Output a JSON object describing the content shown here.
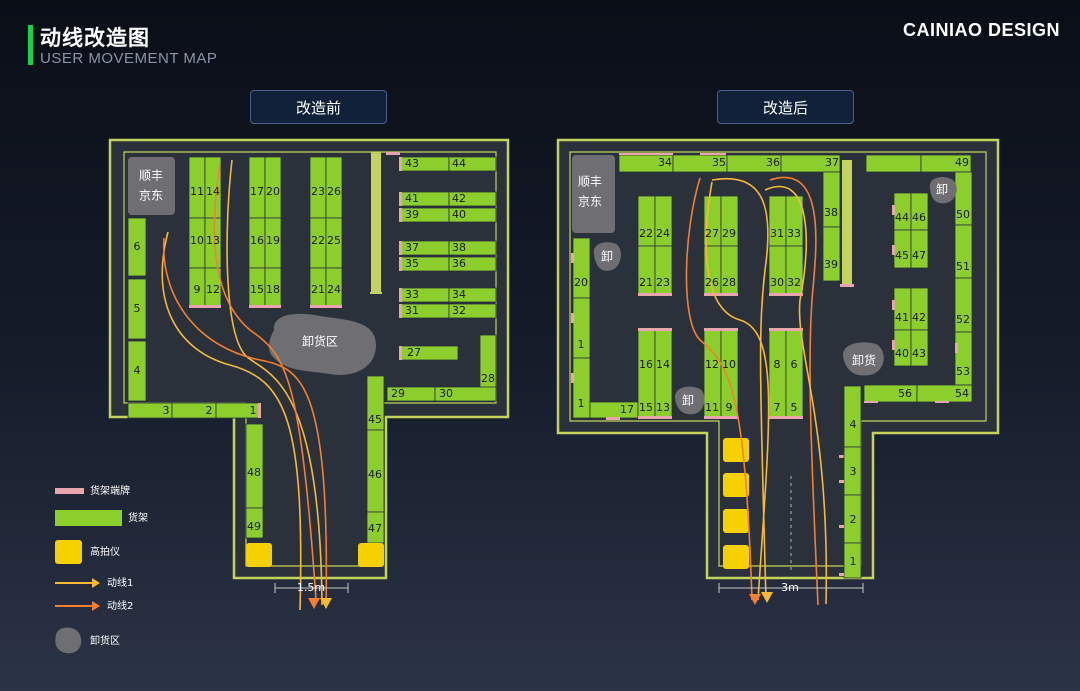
{
  "header": {
    "title": "动线改造图",
    "subtitle": "USER MOVEMENT MAP",
    "brand": "CAINIAO DESIGN"
  },
  "panels": {
    "before": {
      "label": "改造前",
      "sf_jd": [
        "顺丰",
        "京东"
      ],
      "unload_area": "卸货区",
      "width_label": "1.5m",
      "shelf_numbers": [
        "1",
        "2",
        "3",
        "4",
        "5",
        "6",
        "9",
        "10",
        "11",
        "12",
        "13",
        "14",
        "15",
        "16",
        "17",
        "18",
        "19",
        "20",
        "21",
        "22",
        "23",
        "24",
        "25",
        "26",
        "27",
        "28",
        "29",
        "30",
        "31",
        "32",
        "33",
        "34",
        "35",
        "36",
        "37",
        "38",
        "39",
        "40",
        "41",
        "42",
        "43",
        "44",
        "45",
        "46",
        "47",
        "48",
        "49"
      ]
    },
    "after": {
      "label": "改造后",
      "sf_jd": [
        "顺丰",
        "京东"
      ],
      "unload": "卸",
      "unload_goods": "卸货",
      "width_label": "3m",
      "shelf_numbers": [
        "1",
        "1",
        "1",
        "2",
        "3",
        "4",
        "5",
        "6",
        "7",
        "8",
        "9",
        "10",
        "11",
        "12",
        "13",
        "14",
        "15",
        "16",
        "17",
        "20",
        "21",
        "22",
        "23",
        "24",
        "26",
        "27",
        "28",
        "29",
        "30",
        "31",
        "32",
        "33",
        "34",
        "35",
        "36",
        "37",
        "38",
        "39",
        "40",
        "41",
        "42",
        "43",
        "44",
        "45",
        "46",
        "47",
        "49",
        "50",
        "51",
        "52",
        "53",
        "54",
        "56"
      ]
    }
  },
  "legend": [
    {
      "key": "shelf_end",
      "label": "货架端牌",
      "color": "#e8a5ae"
    },
    {
      "key": "shelf",
      "label": "货架",
      "color": "#8ccf2c"
    },
    {
      "key": "scanner",
      "label": "高拍仪",
      "color": "#f5d100"
    },
    {
      "key": "route1",
      "label": "动线1",
      "color": "#f7b933"
    },
    {
      "key": "route2",
      "label": "动线2",
      "color": "#f57f2c"
    },
    {
      "key": "unload_zone",
      "label": "卸货区",
      "color": "#6f6f73"
    }
  ],
  "colors": {
    "wall": "#c3d35b",
    "floor": "#2b313b",
    "shelf": "#8ccf2c",
    "shelf_end": "#e8a5ae",
    "scanner": "#f5d100",
    "route1": "#f7b933",
    "route2": "#f57f2c",
    "gray_block": "#6f6f73",
    "accent": "#18d24a"
  }
}
